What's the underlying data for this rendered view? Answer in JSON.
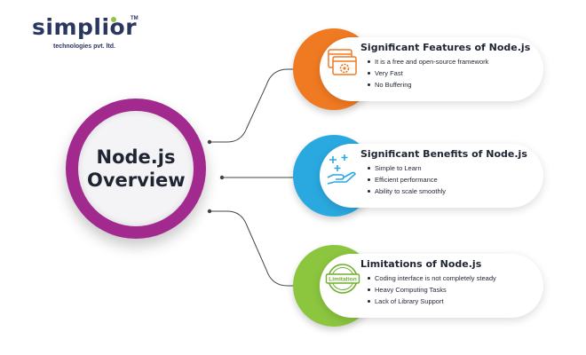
{
  "logo": {
    "name": "simplior",
    "trademark": "TM",
    "tagline": "technologies pvt. ltd.",
    "accent_color": "#8cc63f"
  },
  "center": {
    "title": "Node.js Overview",
    "ring_color": "#a22a8f"
  },
  "cards": [
    {
      "title": "Significant Features of Node.js",
      "icon": "code-settings-icon",
      "color": "#f07a22",
      "items": [
        "It is a free and open-source framework",
        "Very Fast",
        "No Buffering"
      ]
    },
    {
      "title": "Significant Benefits of Node.js",
      "icon": "hand-plus-icon",
      "color": "#2aa9e0",
      "items": [
        "Simple to Learn",
        "Efficient performance",
        "Ability to scale smoothly"
      ]
    },
    {
      "title": "Limitations of Node.js",
      "icon": "limitation-badge-icon",
      "icon_text": "Limitation",
      "color": "#8cc63f",
      "items": [
        "Coding interface is not completely steady",
        "Heavy Computing Tasks",
        "Lack of Library Support"
      ]
    }
  ]
}
